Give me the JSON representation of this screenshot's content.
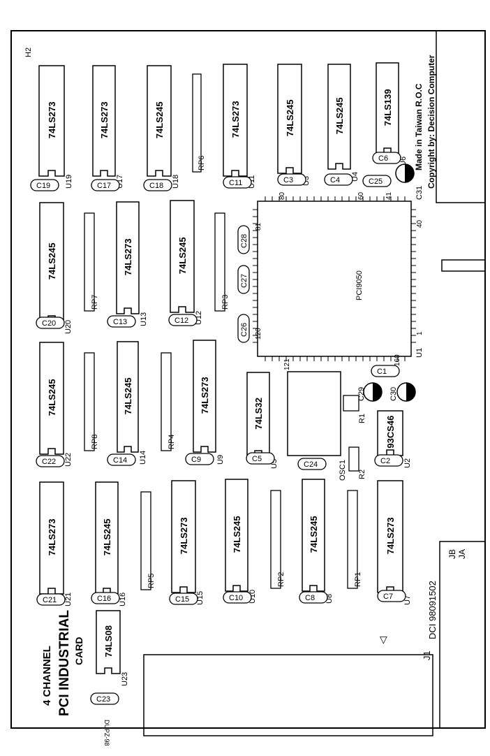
{
  "board": {
    "title_lines": [
      "4 CHANNEL",
      "PCI INDUSTRIAL",
      "CARD"
    ],
    "part_number": "DCI 98091502",
    "made_in": "Made in Taiwan R.O.C",
    "copyright": "Copyright by: Decision Computer",
    "board_code": "DUPZ-98",
    "hole_label": "H2",
    "jumpers": [
      "JB",
      "JA"
    ],
    "connector": "J1",
    "oscillator": "OSC1",
    "pci_chip": {
      "name": "PCI9050",
      "ref": "U1",
      "pins": [
        "1",
        "40",
        "41",
        "60",
        "80",
        "81",
        "120",
        "121",
        "160"
      ]
    }
  },
  "ics": [
    {
      "ref": "U19",
      "part": "74LS273",
      "cap": "C19"
    },
    {
      "ref": "U17",
      "part": "74LS273",
      "cap": "C17"
    },
    {
      "ref": "U18",
      "part": "74LS245",
      "cap": "C18"
    },
    {
      "ref": "U11",
      "part": "74LS273",
      "cap": "C11"
    },
    {
      "ref": "U3",
      "part": "74LS245",
      "cap": "C3"
    },
    {
      "ref": "U4",
      "part": "74LS245",
      "cap": "C4"
    },
    {
      "ref": "U6",
      "part": "74LS139",
      "cap": "C6"
    },
    {
      "ref": "U20",
      "part": "74LS245",
      "cap": "C20"
    },
    {
      "ref": "U13",
      "part": "74LS273",
      "cap": "C13"
    },
    {
      "ref": "U12",
      "part": "74LS245",
      "cap": "C12"
    },
    {
      "ref": "U22",
      "part": "74LS245",
      "cap": "C22"
    },
    {
      "ref": "U14",
      "part": "74LS245",
      "cap": "C14"
    },
    {
      "ref": "U9",
      "part": "74LS273",
      "cap": "C9"
    },
    {
      "ref": "U5",
      "part": "74LS32",
      "cap": "C5"
    },
    {
      "ref": "U2",
      "part": "93CS46",
      "cap": "C2"
    },
    {
      "ref": "U21",
      "part": "74LS273",
      "cap": "C21"
    },
    {
      "ref": "U16",
      "part": "74LS245",
      "cap": "C16"
    },
    {
      "ref": "U15",
      "part": "74LS273",
      "cap": "C15"
    },
    {
      "ref": "U10",
      "part": "74LS245",
      "cap": "C10"
    },
    {
      "ref": "U8",
      "part": "74LS245",
      "cap": "C8"
    },
    {
      "ref": "U7",
      "part": "74LS273",
      "cap": "C7"
    },
    {
      "ref": "U23",
      "part": "74LS08",
      "cap": "C23"
    }
  ],
  "resistor_packs": [
    "RP6",
    "RP7",
    "RP3",
    "RP8",
    "RP4",
    "RP5",
    "RP2",
    "RP1"
  ],
  "extra_caps": [
    "C25",
    "C28",
    "C27",
    "C26",
    "C1",
    "C24"
  ],
  "electrolytic_caps": [
    "C31",
    "C29",
    "C30"
  ],
  "resistors": [
    "R1",
    "R2"
  ]
}
